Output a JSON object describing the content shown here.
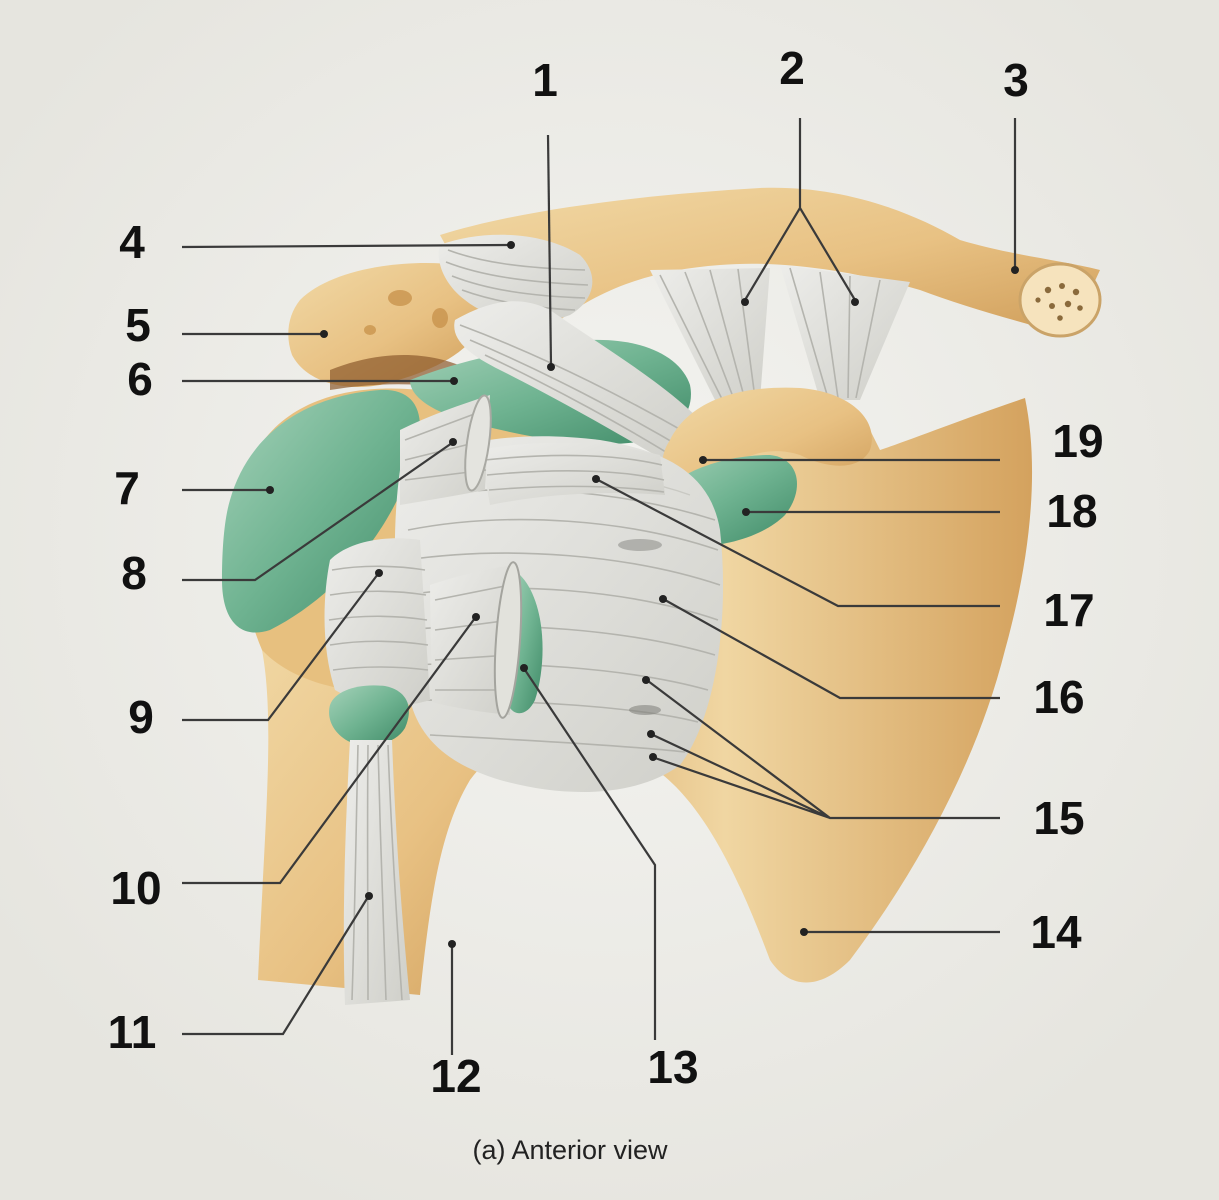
{
  "labels": [
    "1",
    "2",
    "3",
    "4",
    "5",
    "6",
    "7",
    "8",
    "9",
    "10",
    "11",
    "12",
    "13",
    "14",
    "15",
    "16",
    "17",
    "18",
    "19"
  ],
  "caption": "(a) Anterior view",
  "colors": {
    "bone": "#ecc98c",
    "bone_shade": "#c99a55",
    "cartilage": "#6fb391",
    "cartilage_dark": "#3f8a67",
    "ligament": "#dcdcd7",
    "background": "#ecebe6"
  }
}
